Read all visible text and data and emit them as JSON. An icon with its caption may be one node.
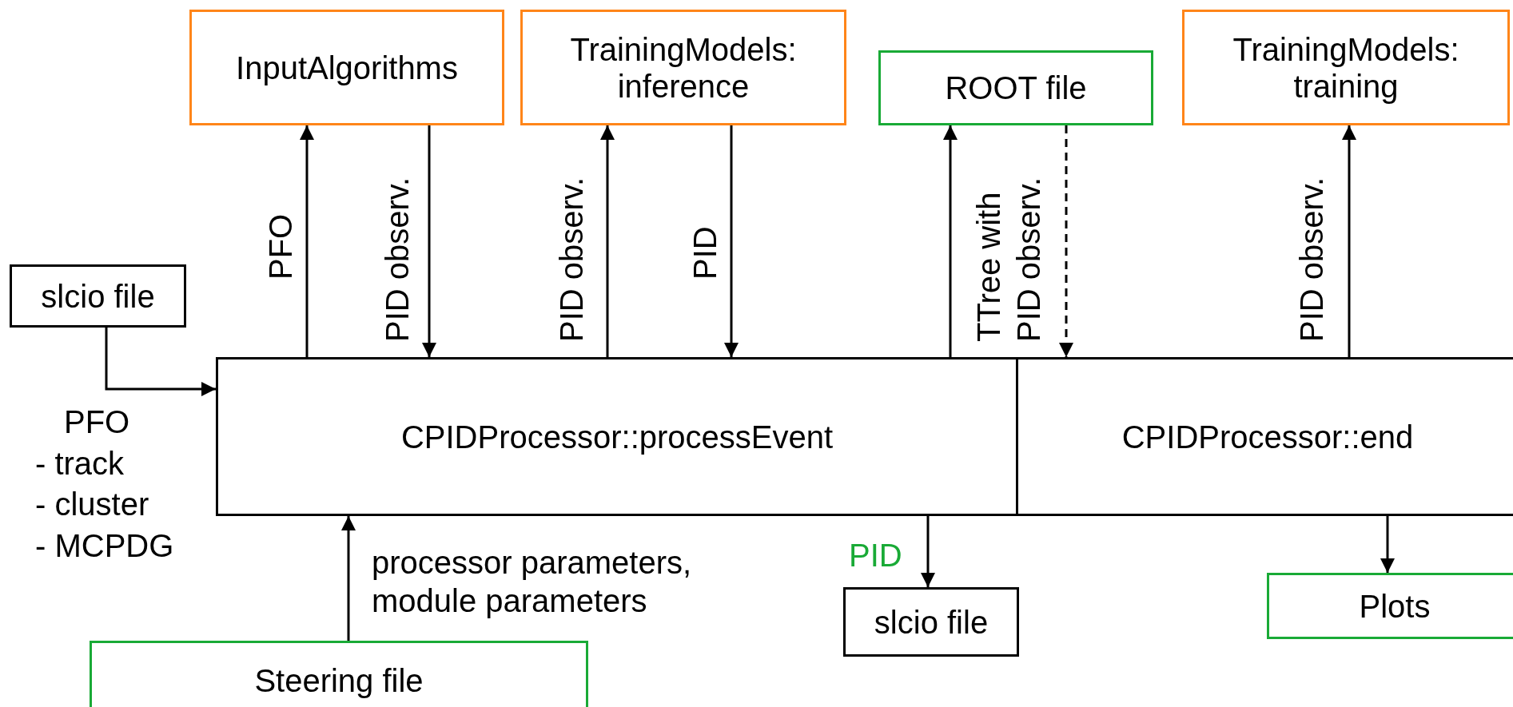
{
  "diagram": {
    "nodes": [
      {
        "text": [
          "slcio file"
        ]
      },
      {
        "text": [
          "InputAlgorithms"
        ]
      },
      {
        "text": [
          "TrainingModels: inference"
        ]
      },
      {
        "text": [
          "ROOT file"
        ]
      },
      {
        "text": [
          "TrainingModels: training"
        ]
      },
      {
        "text": [
          "CPIDProcessor::processEvent"
        ]
      },
      {
        "text": [
          "CPIDProcessor::end"
        ]
      },
      {
        "text": [
          "slcio file"
        ]
      },
      {
        "text": [
          "Plots"
        ]
      },
      {
        "text": [
          "Steering file"
        ]
      }
    ],
    "edges": [
      {
        "from": 0,
        "to": 5,
        "arrow": "to"
      },
      {
        "from": 5,
        "to": 1,
        "arrow": "to",
        "label": "PFO"
      },
      {
        "from": 1,
        "to": 5,
        "arrow": "to",
        "label": "PID observ."
      },
      {
        "from": 5,
        "to": 2,
        "arrow": "to",
        "label": "PID observ."
      },
      {
        "from": 2,
        "to": 5,
        "arrow": "to",
        "label": "PID"
      },
      {
        "from": 5,
        "to": 3,
        "arrow": "to",
        "label": "TTree with PID observ."
      },
      {
        "from": 3,
        "to": 6,
        "arrow": "to",
        "style": "dashed"
      },
      {
        "from": 6,
        "to": 4,
        "arrow": "to",
        "label": "PID observ."
      },
      {
        "from": 9,
        "to": 5,
        "arrow": "to",
        "label": "processor parameters, module parameters"
      },
      {
        "from": 5,
        "to": 7,
        "arrow": "to",
        "label": "PID"
      },
      {
        "from": 6,
        "to": 8,
        "arrow": "to"
      }
    ],
    "labels": [
      "PFO",
      "- track",
      "- cluster",
      "- MCPDG"
    ]
  }
}
